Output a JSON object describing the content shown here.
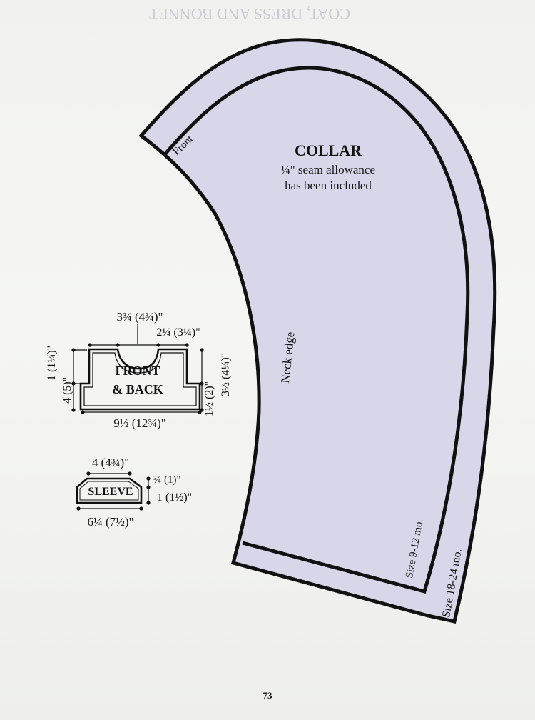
{
  "colors": {
    "paper": "#f3f4f1",
    "pattern_fill": "#d8d7ea",
    "outline": "#111111",
    "bleed_through": "#c9cbd3"
  },
  "bleed_through_heading": "COAT, DRESS AND BONNET",
  "collar": {
    "title": "COLLAR",
    "note_line1": "¼\" seam allowance",
    "note_line2": "has been included",
    "front_label": "Front",
    "neck_edge_label": "Neck edge",
    "size_small_label": "Size 9-12 mo.",
    "size_large_label": "Size 18-24 mo."
  },
  "front_back": {
    "title_line1": "FRONT",
    "title_line2": "& BACK",
    "dim_top": "3¾ (4¾)\"",
    "dim_neck": "2¼ (3¼)\"",
    "dim_left_upper": "1 (1¼)\"",
    "dim_left_lower": "4 (5)\"",
    "dim_right_outer": "3½ (4¼)\"",
    "dim_right_inner": "1½ (2)\"",
    "dim_bottom": "9½ (12¾)\""
  },
  "sleeve": {
    "title": "SLEEVE",
    "dim_top": "4 (4¾)\"",
    "dim_right_upper": "¾ (1)\"",
    "dim_right_lower": "1 (1½)\"",
    "dim_bottom": "6¼ (7½)\""
  },
  "page_number": "73"
}
